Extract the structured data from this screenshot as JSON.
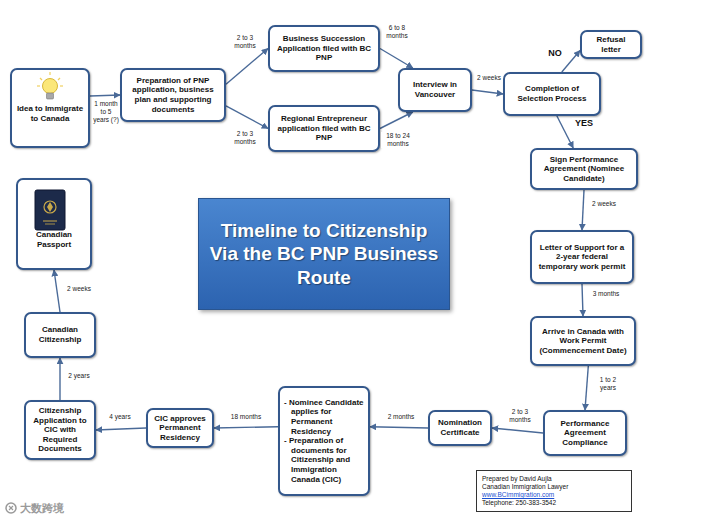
{
  "diagram": {
    "title": "Timeline to Citizenship Via the BC PNP Business Route",
    "nodes": [
      {
        "text": [
          "Idea to Immigrate to Canada"
        ]
      },
      {
        "text": [
          "Preparation of PNP application, business plan and supporting documents"
        ]
      },
      {
        "text": [
          "Business Succession Application filed with BC PNP"
        ]
      },
      {
        "text": [
          "Regional Entrepreneur application filed with BC PNP"
        ]
      },
      {
        "text": [
          "Interview in Vancouver"
        ]
      },
      {
        "text": [
          "Completion of Selection Process"
        ]
      },
      {
        "text": [
          "Refusal letter"
        ]
      },
      {
        "text": [
          "Sign Performance Agreement (Nominee Candidate)"
        ]
      },
      {
        "text": [
          "Letter of Support for a 2-year federal temporary work permit"
        ]
      },
      {
        "text": [
          "Arrive in Canada with Work Permit (Commencement Date)"
        ]
      },
      {
        "text": [
          "Performance Agreement Compliance"
        ]
      },
      {
        "text": [
          "Nomination Certificate"
        ]
      },
      {
        "text": [
          "- Nominee Candidate applies for Permanent Residency",
          "- Preparation of documents for Citizenship and Immigration Canada (CIC)"
        ]
      },
      {
        "text": [
          "CIC approves Permanent Residency"
        ]
      },
      {
        "text": [
          "Citizenship Application to CIC with Required Documents"
        ]
      },
      {
        "text": [
          "Canadian Citizenship"
        ]
      },
      {
        "text": [
          "Canadian Passport"
        ]
      },
      {
        "text": [
          "Prepared by David Aujla",
          "Canadian Immigration Lawyer",
          "www.BCimmigration.com",
          "Telephone: 250-383-3542"
        ]
      }
    ],
    "edges": [
      {
        "from": 0,
        "to": 1,
        "label": "1 month to 5 years (?)",
        "arrow": "to"
      },
      {
        "from": 1,
        "to": 2,
        "label": "2 to 3 months",
        "arrow": "to"
      },
      {
        "from": 1,
        "to": 3,
        "label": "2 to 3 months",
        "arrow": "to"
      },
      {
        "from": 2,
        "to": 4,
        "label": "6 to 8 months",
        "arrow": "to"
      },
      {
        "from": 3,
        "to": 4,
        "label": "18 to 24 months",
        "arrow": "to"
      },
      {
        "from": 4,
        "to": 5,
        "label": "2 weeks",
        "arrow": "to"
      },
      {
        "from": 5,
        "to": 6,
        "label": "NO",
        "arrow": "to"
      },
      {
        "from": 5,
        "to": 7,
        "label": "YES",
        "arrow": "to"
      },
      {
        "from": 7,
        "to": 8,
        "label": "2 weeks",
        "arrow": "to"
      },
      {
        "from": 8,
        "to": 9,
        "label": "3 months",
        "arrow": "to"
      },
      {
        "from": 9,
        "to": 10,
        "label": "1 to 2 years",
        "arrow": "to"
      },
      {
        "from": 10,
        "to": 11,
        "label": "2 to 3 months",
        "arrow": "to"
      },
      {
        "from": 11,
        "to": 12,
        "label": "2 months",
        "arrow": "to"
      },
      {
        "from": 12,
        "to": 13,
        "label": "18 months",
        "arrow": "to"
      },
      {
        "from": 13,
        "to": 14,
        "label": "4 years",
        "arrow": "to"
      },
      {
        "from": 14,
        "to": 15,
        "label": "2 years",
        "arrow": "to"
      },
      {
        "from": 15,
        "to": 16,
        "label": "2 weeks",
        "arrow": "to"
      }
    ],
    "labels": [
      "大数跨境"
    ]
  }
}
